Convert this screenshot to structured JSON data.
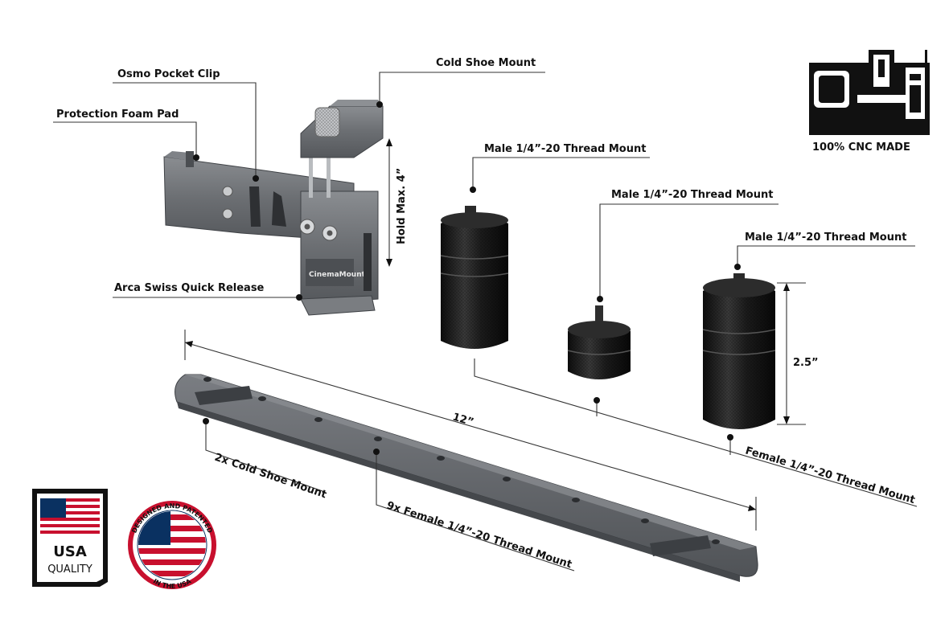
{
  "callouts": {
    "cold_shoe_mount": "Cold Shoe Mount",
    "osmo_pocket_clip": "Osmo Pocket Clip",
    "protection_foam_pad": "Protection Foam Pad",
    "arca_swiss": "Arca Swiss Quick Release",
    "hold_max": "Hold Max. 4”",
    "male_thread_1": "Male 1/4”-20 Thread Mount",
    "male_thread_2": "Male 1/4”-20 Thread Mount",
    "male_thread_3": "Male 1/4”-20 Thread Mount",
    "height_dim": "2.5”",
    "length_dim": "12”",
    "female_thread": "Female 1/4”-20 Thread Mount",
    "cold_shoe_x2": "2x Cold Shoe Mount",
    "female_thread_x9": "9x Female 1/4”-20 Thread Mount"
  },
  "badges": {
    "cnc": "100% CNC MADE",
    "usa_line1": "USA",
    "usa_line2": "QUALITY",
    "seal_top": "DESIGNED AND PATENTED",
    "seal_bottom": "IN THE USA"
  },
  "clip_brand": "CinemaMount",
  "colors": {
    "metal": "#6b6e72",
    "metal_dark": "#4a4d51",
    "black_part": "#1a1a1a",
    "flag_red": "#c8102e",
    "flag_blue": "#0a3161"
  },
  "icons": [
    "cnc-machine-icon",
    "usa-flag-icon"
  ]
}
